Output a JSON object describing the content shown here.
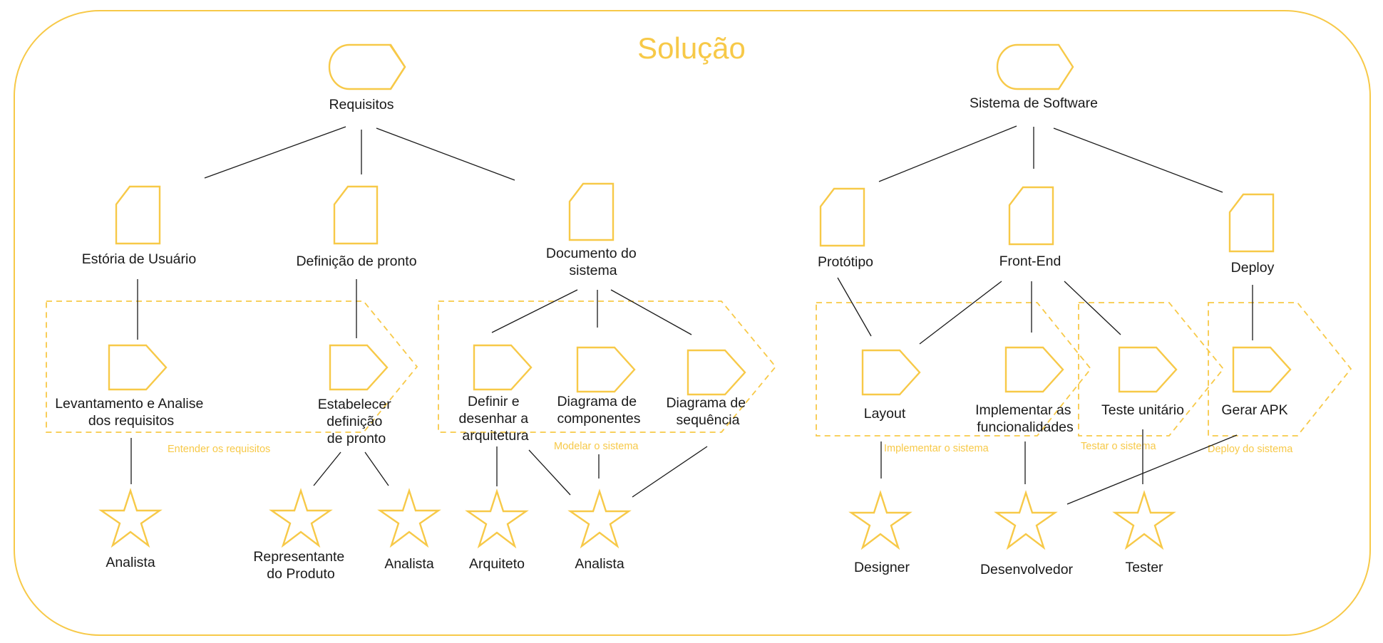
{
  "diagram": {
    "title": "Solução",
    "colors": {
      "accent": "#f7c948",
      "text": "#1a1a1a",
      "line": "#1a1a1a"
    },
    "goals": {
      "left": "Requisitos",
      "right": "Sistema de Software"
    },
    "artifacts": {
      "estoria": "Estória de Usuário",
      "definicao": "Definição de pronto",
      "documento": [
        "Documento do",
        "sistema"
      ],
      "prototipo": "Protótipo",
      "frontend": "Front-End",
      "deploy": "Deploy"
    },
    "tasks": {
      "levantamento": [
        "Levantamento e Analise",
        "dos requisitos"
      ],
      "estabelecer": [
        "Estabelecer",
        "definição",
        "de pronto"
      ],
      "definir": [
        "Definir e",
        "desenhar a",
        "arquitetura"
      ],
      "componentes": [
        "Diagrama de",
        "componentes"
      ],
      "sequencia": [
        "Diagrama de",
        "sequência"
      ],
      "layout": "Layout",
      "implementar": [
        "Implementar as",
        "funcionalidades"
      ],
      "teste": "Teste unitário",
      "apk": "Gerar APK"
    },
    "groups": {
      "entender": "Entender os requisitos",
      "modelar": "Modelar o sistema",
      "implementar": "Implementar o sistema",
      "testar": "Testar o sistema",
      "deploy": "Deploy do sistema"
    },
    "roles": {
      "analista1": "Analista",
      "representante": [
        "Representante",
        "do Produto"
      ],
      "analista2": "Analista",
      "arquiteto": "Arquiteto",
      "analista3": "Analista",
      "designer": "Designer",
      "desenvolvedor": "Desenvolvedor",
      "tester": "Tester"
    }
  }
}
